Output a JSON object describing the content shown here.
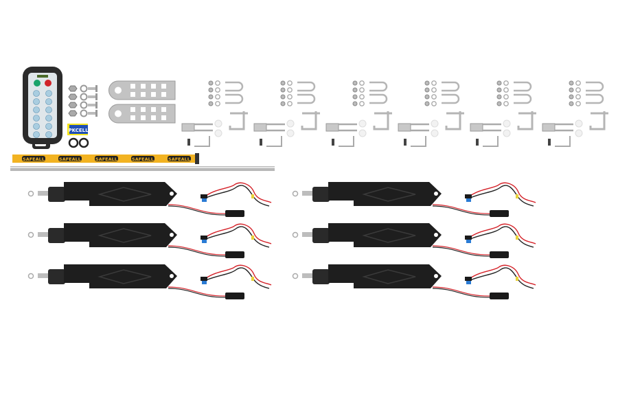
{
  "strap": {
    "logo_text": "SAFEALL",
    "color": "#f2b322"
  },
  "battery": {
    "logo_text": "PKCELL",
    "color": "#1f4fb5"
  },
  "colors": {
    "background": "#ffffff",
    "actuator_body": "#1e1e1e",
    "remote_body": "#2b2b2b",
    "remote_face": "#dfe6ea",
    "remote_button": "#a9cde0",
    "start_button": "#1aa36a",
    "stop_button": "#d0242a",
    "metal": "#c9c9c9",
    "wire_red": "#d41f26",
    "wire_black": "#222222",
    "connector_blue": "#2a7bd4"
  },
  "counts": {
    "actuators": 6,
    "hardware_sets": 6
  }
}
